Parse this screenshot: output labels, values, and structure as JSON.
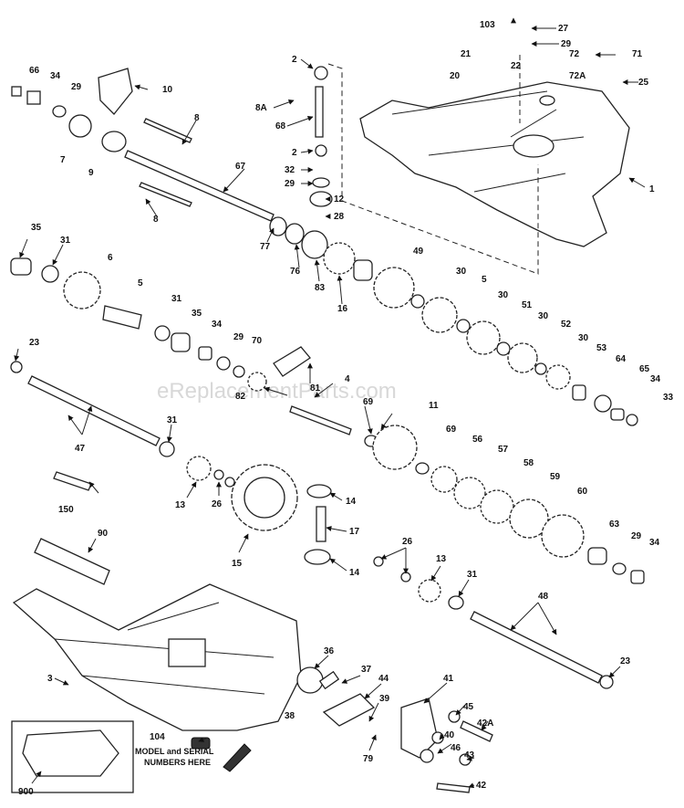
{
  "watermark": "eReplacementParts.com",
  "notes": {
    "model_serial_line1": "MODEL and SERIAL",
    "model_serial_line2": "NUMBERS HERE"
  },
  "callouts": [
    "103",
    "27",
    "29",
    "21",
    "22",
    "72",
    "71",
    "20",
    "72A",
    "25",
    "66",
    "34",
    "29",
    "10",
    "2",
    "8A",
    "68",
    "2",
    "32",
    "29",
    "12",
    "28",
    "1",
    "8",
    "7",
    "9",
    "67",
    "8",
    "35",
    "31",
    "6",
    "77",
    "76",
    "83",
    "16",
    "49",
    "30",
    "5",
    "30",
    "51",
    "30",
    "52",
    "30",
    "53",
    "64",
    "65",
    "34",
    "33",
    "5",
    "31",
    "35",
    "34",
    "29",
    "70",
    "81",
    "4",
    "82",
    "23",
    "11",
    "69",
    "69",
    "31",
    "47",
    "56",
    "57",
    "58",
    "59",
    "60",
    "150",
    "13",
    "26",
    "14",
    "17",
    "90",
    "63",
    "29",
    "34",
    "26",
    "13",
    "15",
    "14",
    "31",
    "48",
    "36",
    "37",
    "44",
    "41",
    "3",
    "23",
    "39",
    "38",
    "45",
    "104",
    "42A",
    "40",
    "79",
    "46",
    "43",
    "900",
    "42"
  ]
}
